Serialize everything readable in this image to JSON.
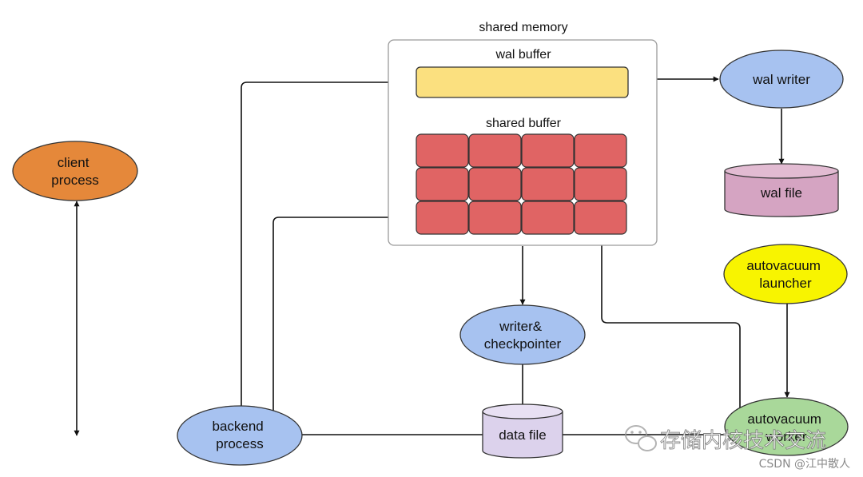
{
  "diagram": {
    "shared_memory_title": "shared memory",
    "wal_buffer_title": "wal buffer",
    "shared_buffer_title": "shared buffer",
    "nodes": {
      "client_process": {
        "line1": "client",
        "line2": "process"
      },
      "backend_process": {
        "line1": "backend",
        "line2": "process"
      },
      "wal_writer": {
        "label": "wal writer"
      },
      "wal_file": {
        "label": "wal file"
      },
      "writer_checkpointer": {
        "line1": "writer&",
        "line2": "checkpointer"
      },
      "data_file": {
        "label": "data file"
      },
      "autovacuum_launcher": {
        "line1": "autovacuum",
        "line2": "launcher"
      },
      "autovacuum_worker": {
        "line1": "autovacuum",
        "line2": "worker"
      }
    },
    "colors": {
      "client": "#e5883a",
      "process_blue": "#a7c2f0",
      "wal_buffer": "#fbe07f",
      "buffer_cell": "#e06464",
      "wal_file": "#d5a4c2",
      "data_file": "#dcd2ec",
      "launcher": "#f8f400",
      "worker": "#a9d89a"
    }
  },
  "watermark": {
    "channel_name": "存储内核技术交流",
    "csdn": "CSDN @江中散人"
  }
}
